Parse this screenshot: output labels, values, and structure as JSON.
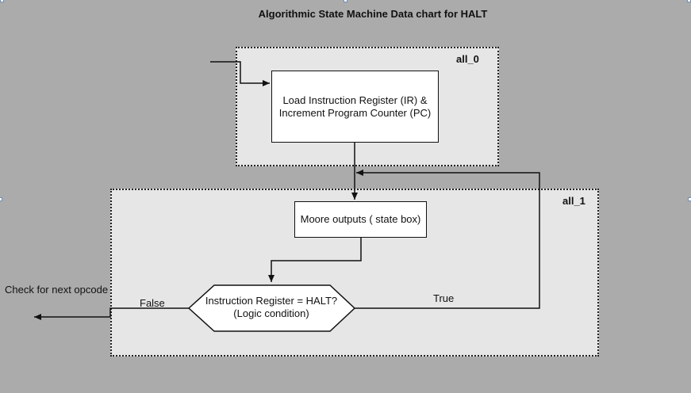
{
  "title": "Algorithmic State Machine Data chart for HALT",
  "states": [
    {
      "id": "all_0",
      "label": "all_0"
    },
    {
      "id": "all_1",
      "label": "all_1"
    }
  ],
  "nodes": {
    "load_ir": {
      "line1": "Load Instruction Register (IR) &",
      "line2": "Increment Program Counter (PC)"
    },
    "moore": {
      "text": "Moore outputs ( state box)"
    },
    "decision": {
      "line1": "Instruction Register =  HALT?",
      "line2": "(Logic condition)"
    }
  },
  "edges": {
    "false_label": "False",
    "true_label": "True",
    "exit_label": "Check for next opcode"
  },
  "colors": {
    "background": "#ababab",
    "region_fill": "#e6e6e6",
    "box_fill": "#ffffff",
    "stroke": "#111111"
  }
}
